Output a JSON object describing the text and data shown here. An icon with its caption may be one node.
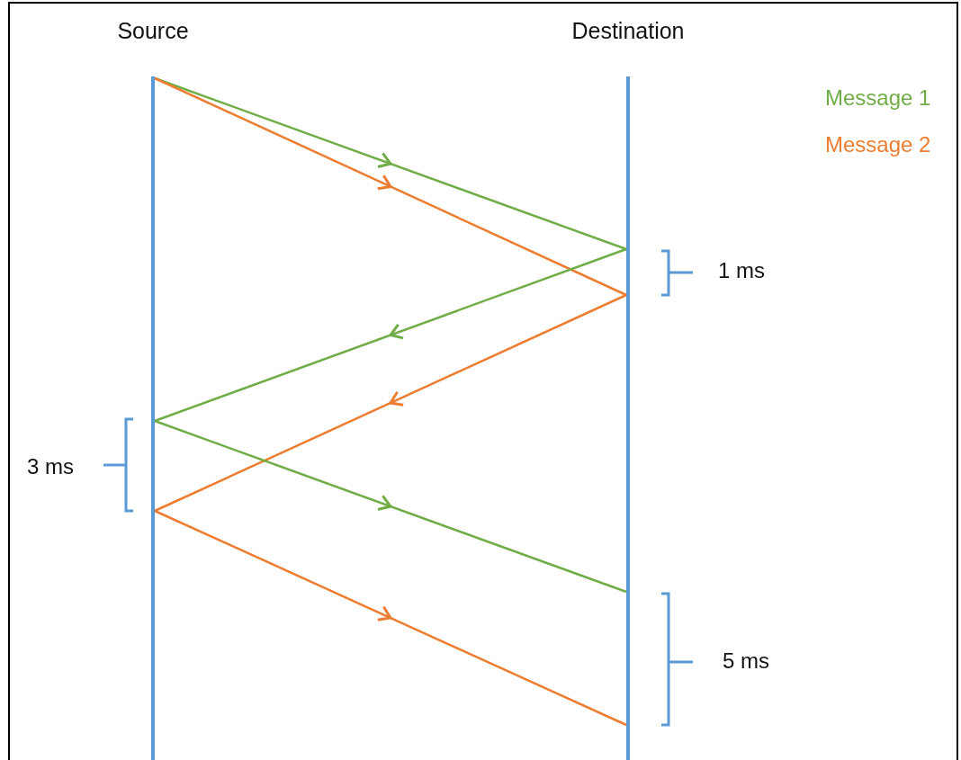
{
  "diagram": {
    "nodes": [
      {
        "text": [
          "Source"
        ]
      },
      {
        "text": [
          "Destination"
        ]
      }
    ],
    "edges": [
      {
        "from": 0,
        "to": 1,
        "arrow": "to",
        "color": "#70ad47"
      },
      {
        "from": 0,
        "to": 1,
        "arrow": "to",
        "color": "#ed7d31"
      },
      {
        "from": 1,
        "to": 0,
        "arrow": "to",
        "color": "#70ad47"
      },
      {
        "from": 1,
        "to": 0,
        "arrow": "to",
        "color": "#ed7d31"
      },
      {
        "from": 0,
        "to": 1,
        "arrow": "to",
        "color": "#70ad47"
      },
      {
        "from": 0,
        "to": 1,
        "arrow": "to",
        "color": "#ed7d31"
      }
    ],
    "labels": [
      "1 ms",
      "3 ms",
      "5 ms"
    ],
    "legend": [
      {
        "text": "Message 1",
        "color": "#70ad47"
      },
      {
        "text": "Message 2",
        "color": "#ed7d31"
      }
    ]
  }
}
